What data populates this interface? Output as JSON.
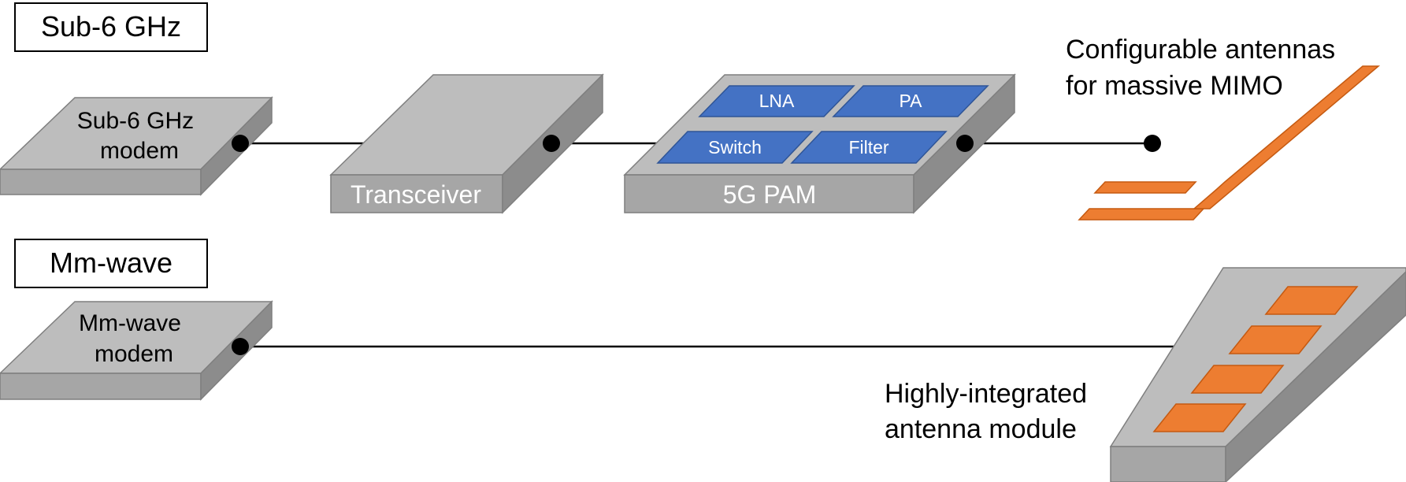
{
  "colors": {
    "block_top": "#bdbdbd",
    "block_front": "#a6a6a6",
    "block_side": "#8c8c8c",
    "block_stroke": "#7f7f7f",
    "chip_fill": "#4472c4",
    "chip_stroke": "#2f5597",
    "antenna_fill": "#ed7d31",
    "antenna_stroke": "#c55a11",
    "line": "#000000"
  },
  "sections": {
    "sub6": "Sub-6 GHz",
    "mmwave": "Mm-wave"
  },
  "blocks": {
    "sub6_modem": [
      "Sub-6 GHz",
      "modem"
    ],
    "transceiver": "Transceiver",
    "pam": "5G PAM",
    "mmwave_modem": [
      "Mm-wave",
      "modem"
    ]
  },
  "pam_chips": {
    "lna": "LNA",
    "pa": "PA",
    "switch": "Switch",
    "filter": "Filter"
  },
  "antennas": {
    "configurable": [
      "Configurable antennas",
      "for massive MIMO"
    ],
    "module": [
      "Highly-integrated",
      "antenna module"
    ]
  }
}
